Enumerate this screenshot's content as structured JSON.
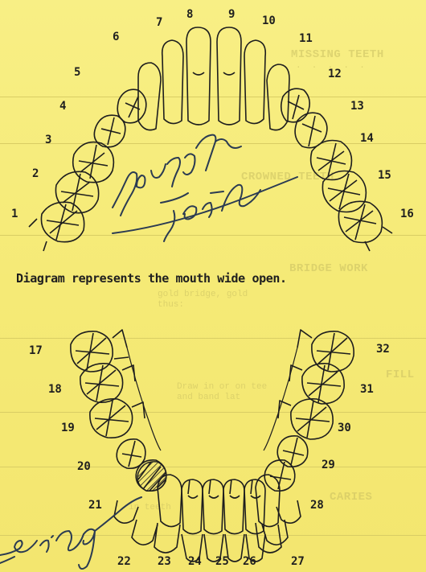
{
  "caption": "Diagram represents the mouth wide open.",
  "upper_numbers": {
    "1": "1",
    "2": "2",
    "3": "3",
    "4": "4",
    "5": "5",
    "6": "6",
    "7": "7",
    "8": "8",
    "9": "9",
    "10": "10",
    "11": "11",
    "12": "12",
    "13": "13",
    "14": "14",
    "15": "15",
    "16": "16"
  },
  "lower_numbers": {
    "17": "17",
    "18": "18",
    "19": "19",
    "20": "20",
    "21": "21",
    "22": "22",
    "23": "23",
    "24": "24",
    "25": "25",
    "26": "26",
    "27": "27",
    "28": "28",
    "29": "29",
    "30": "30",
    "31": "31",
    "32": "32"
  },
  "handwriting": {
    "upper_note": "wound teeth",
    "lower_note": "missing"
  },
  "bleed": {
    "missing_teeth": "MISSING TEETH",
    "crowned_teeth": "CROWNED TEETH",
    "bridge_work": "BRIDGE WORK",
    "bridge_text": "gold bridge, gold\nthus:",
    "fillings": "FILL",
    "fillings_text": "Draw in or on tee\nand band lat",
    "caries": "CARIES",
    "caries_text": "in teeth"
  },
  "colors": {
    "paper": "#f6ec7c",
    "ink": "#1e1e1e",
    "handwriting": "#2b3b52"
  }
}
